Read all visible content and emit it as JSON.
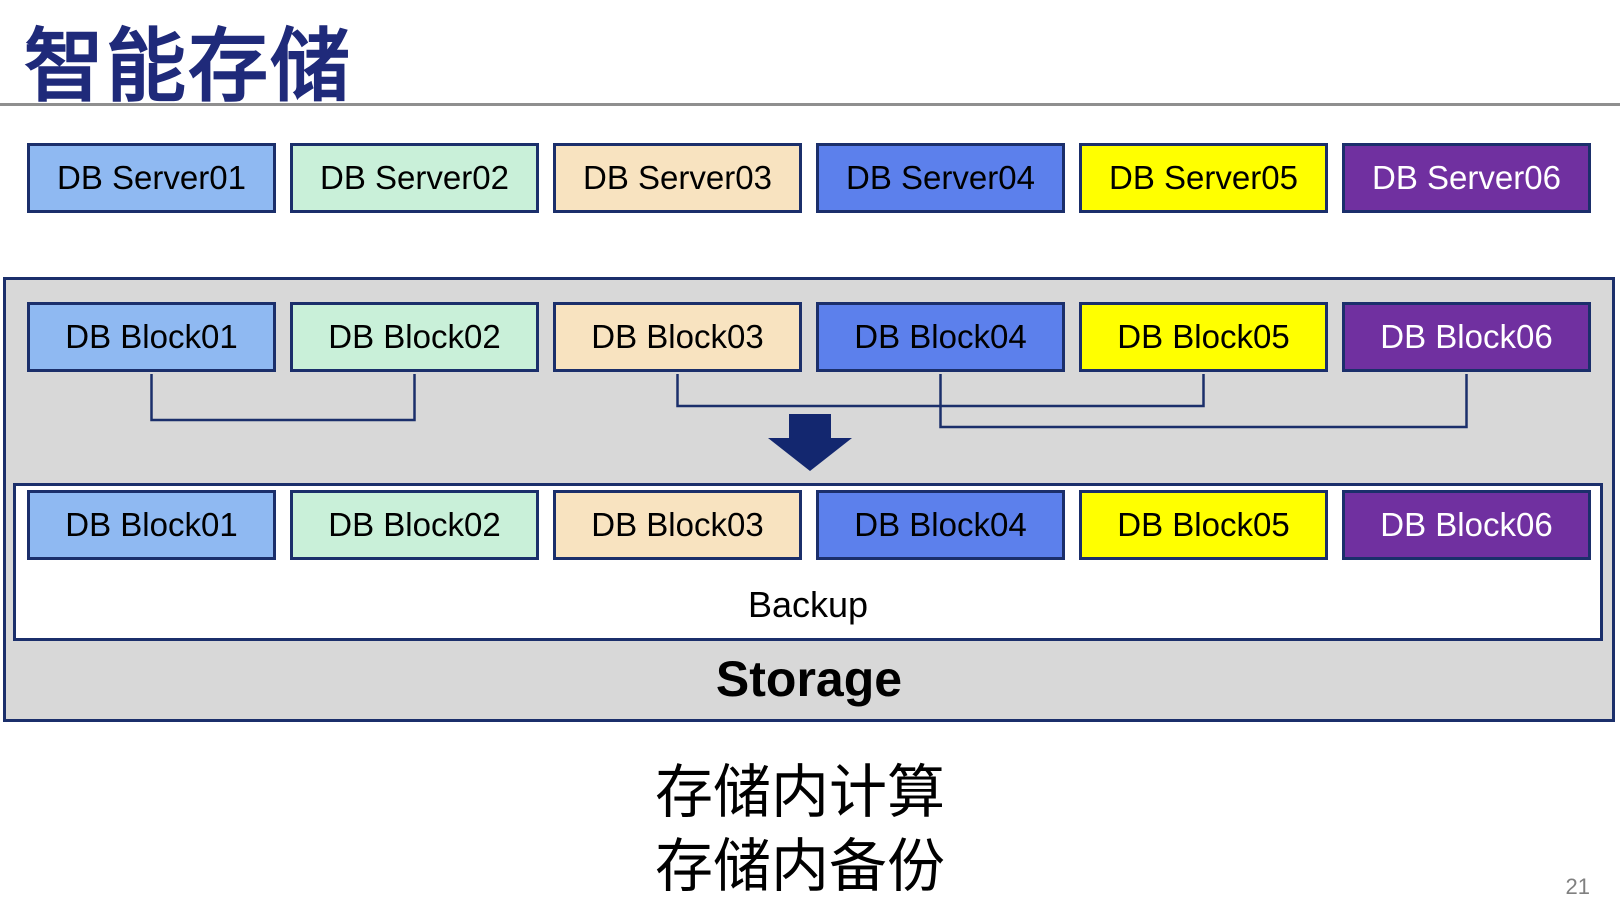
{
  "title": "智能存储",
  "servers": {
    "items": [
      "DB Server01",
      "DB Server02",
      "DB Server03",
      "DB Server04",
      "DB Server05",
      "DB Server06"
    ]
  },
  "storage_container": {
    "label": "Storage",
    "top_blocks": [
      "DB Block01",
      "DB Block02",
      "DB Block03",
      "DB Block04",
      "DB Block05",
      "DB Block06"
    ],
    "backup_box": {
      "label": "Backup",
      "blocks": [
        "DB Block01",
        "DB Block02",
        "DB Block03",
        "DB Block04",
        "DB Block05",
        "DB Block06"
      ]
    },
    "connected_pairs": [
      [
        "DB Block01",
        "DB Block02"
      ],
      [
        "DB Block03",
        "DB Block05"
      ],
      [
        "DB Block04",
        "DB Block06"
      ]
    ],
    "arrow_icon": "down-arrow"
  },
  "captions": {
    "line1": "存储内计算",
    "line2": "存储内备份"
  },
  "page_number": "21",
  "colors": {
    "title": "#1F2A7A",
    "divider": "#8F8F8F",
    "navy_border": "#1B2F6B",
    "connector": "#1B2F6B",
    "arrow": "#13276F",
    "container_fill": "#D8D8D8",
    "page_number": "#808080",
    "box_fills": [
      "#8FB9F2",
      "#C9F0D9",
      "#F8E3C0",
      "#5C80EC",
      "#FFFF00",
      "#7030A0"
    ],
    "box_text": [
      "#000000",
      "#000000",
      "#000000",
      "#000000",
      "#000000",
      "#FFFFFF"
    ]
  }
}
